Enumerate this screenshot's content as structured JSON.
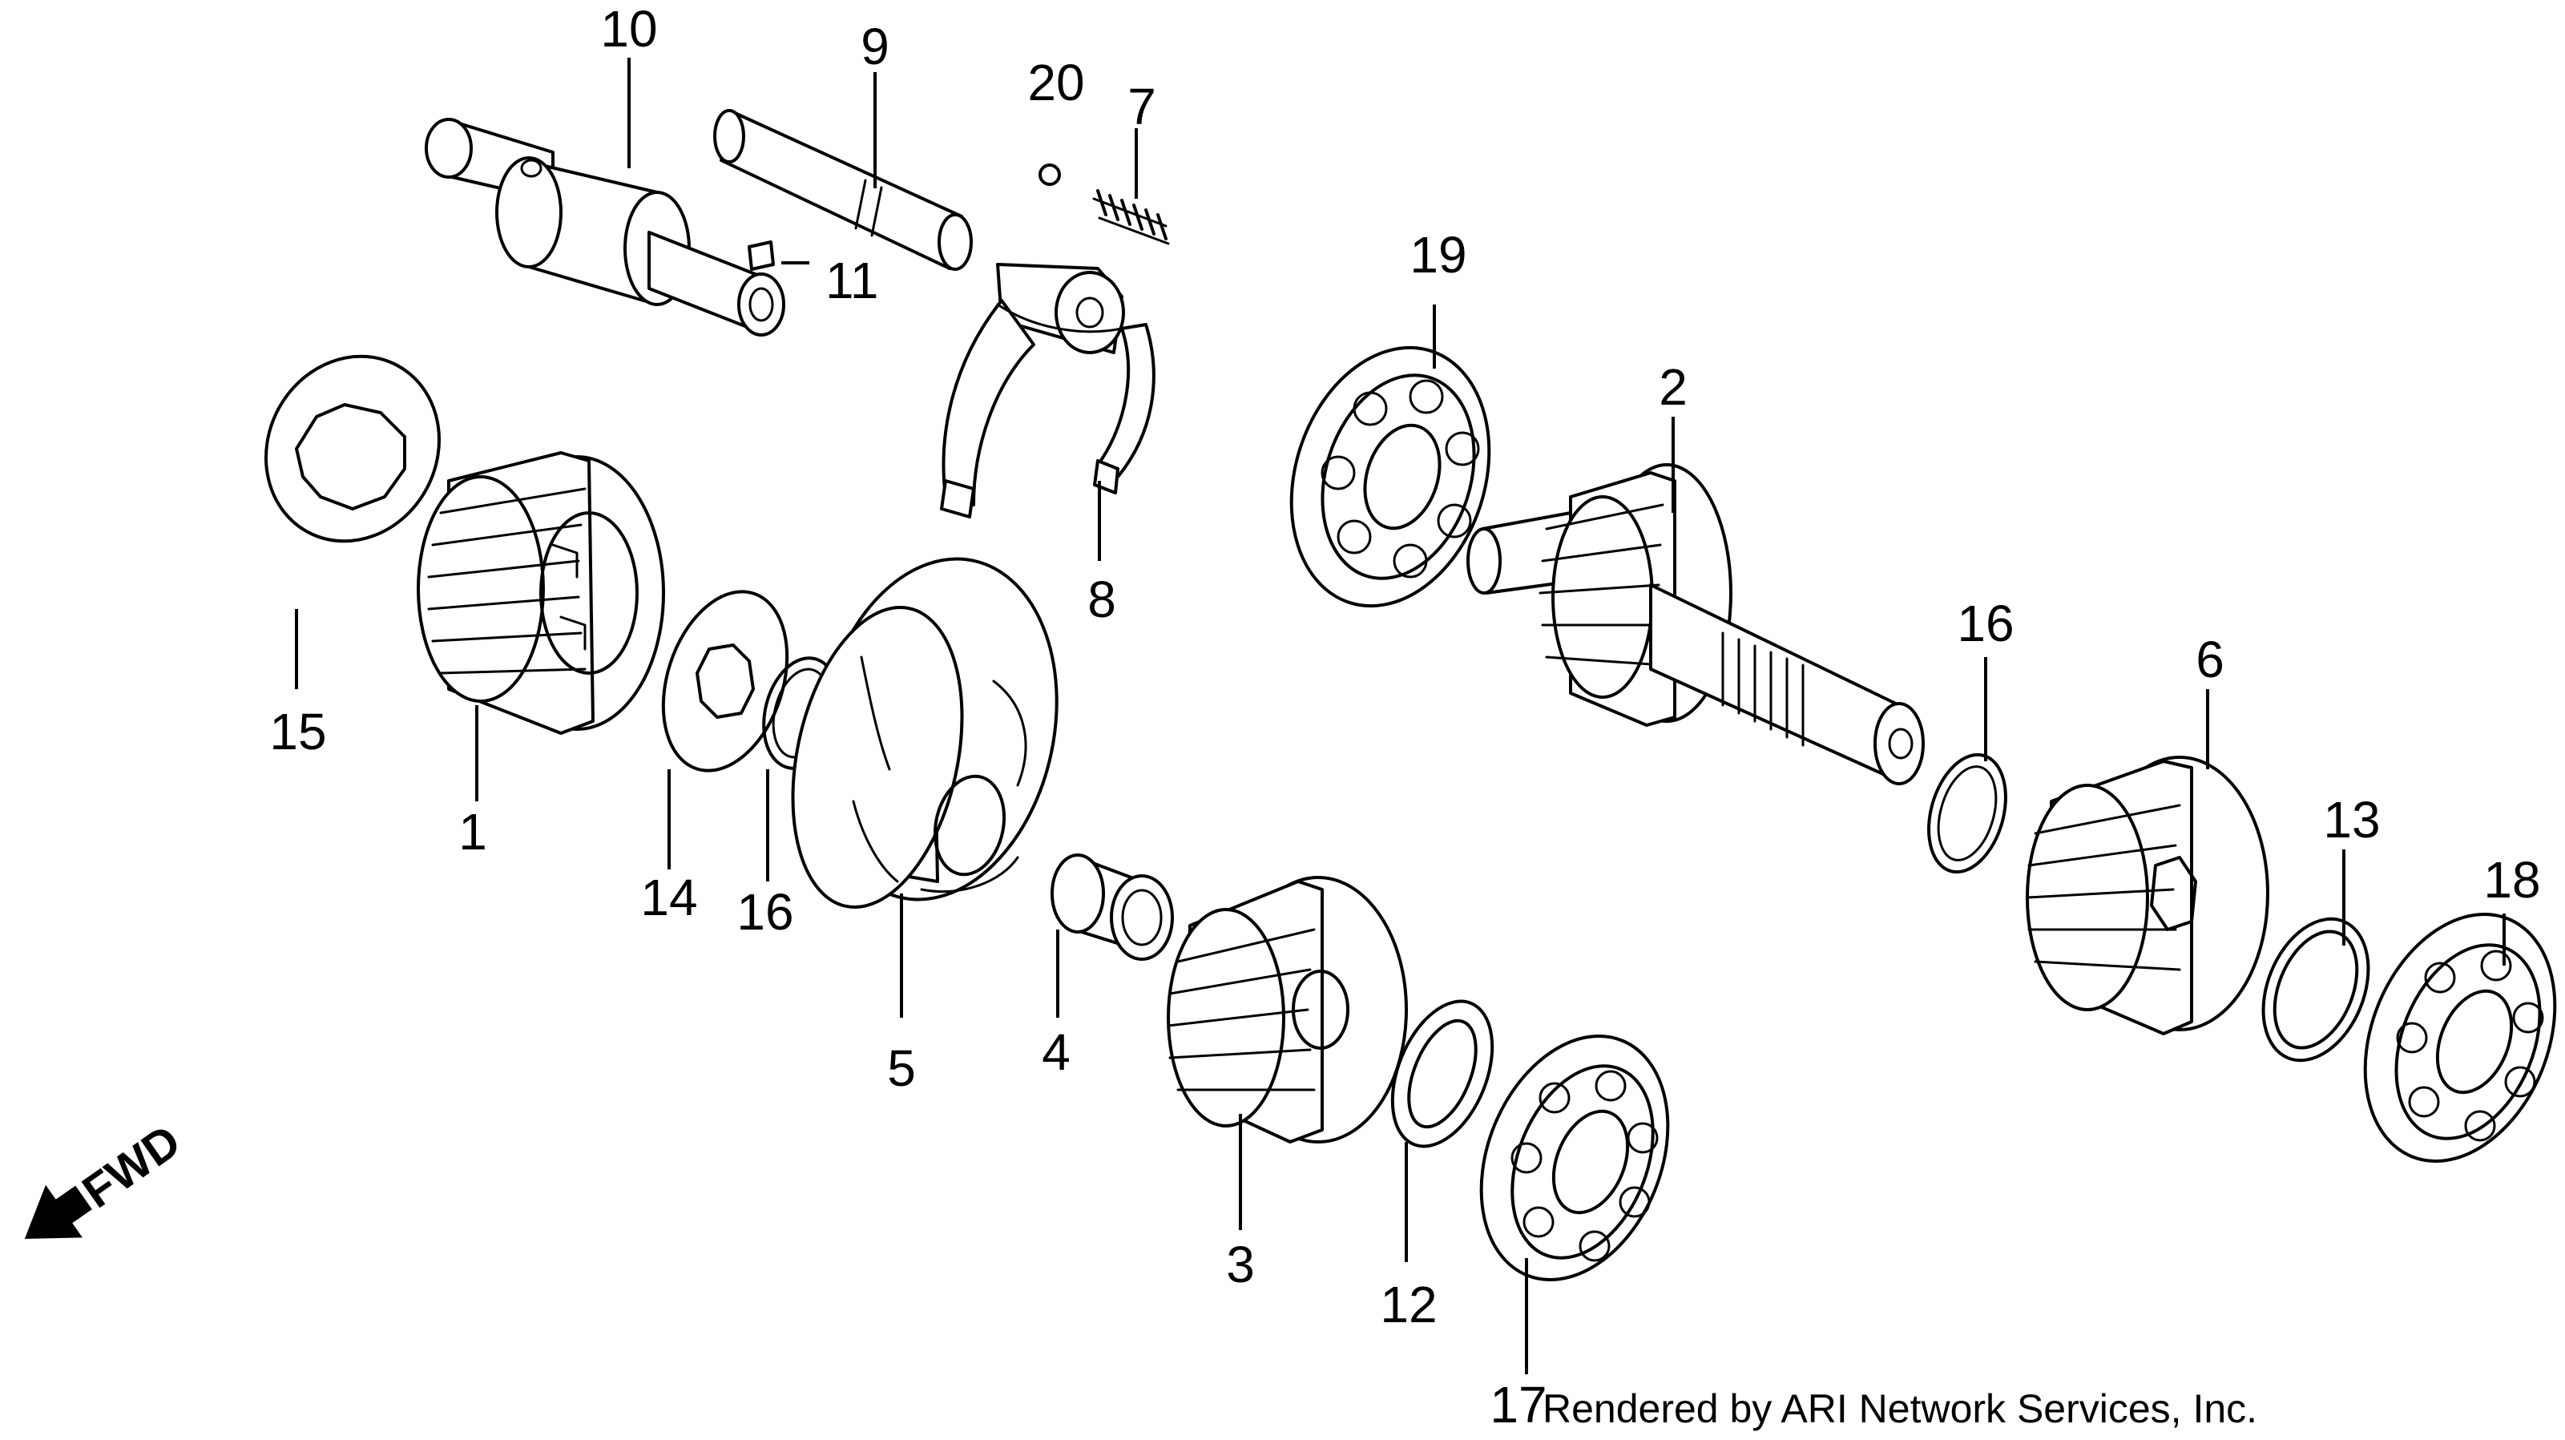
{
  "callouts": {
    "c1": "1",
    "c2": "2",
    "c3": "3",
    "c4": "4",
    "c5": "5",
    "c6": "6",
    "c7": "7",
    "c8": "8",
    "c9": "9",
    "c10": "10",
    "c11": "11",
    "c12": "12",
    "c13": "13",
    "c14": "14",
    "c15": "15",
    "c16a": "16",
    "c16b": "16",
    "c17": "17",
    "c18": "18",
    "c19": "19",
    "c20": "20"
  },
  "direction_label": "FWD",
  "credit": "Rendered by ARI Network Services, Inc."
}
